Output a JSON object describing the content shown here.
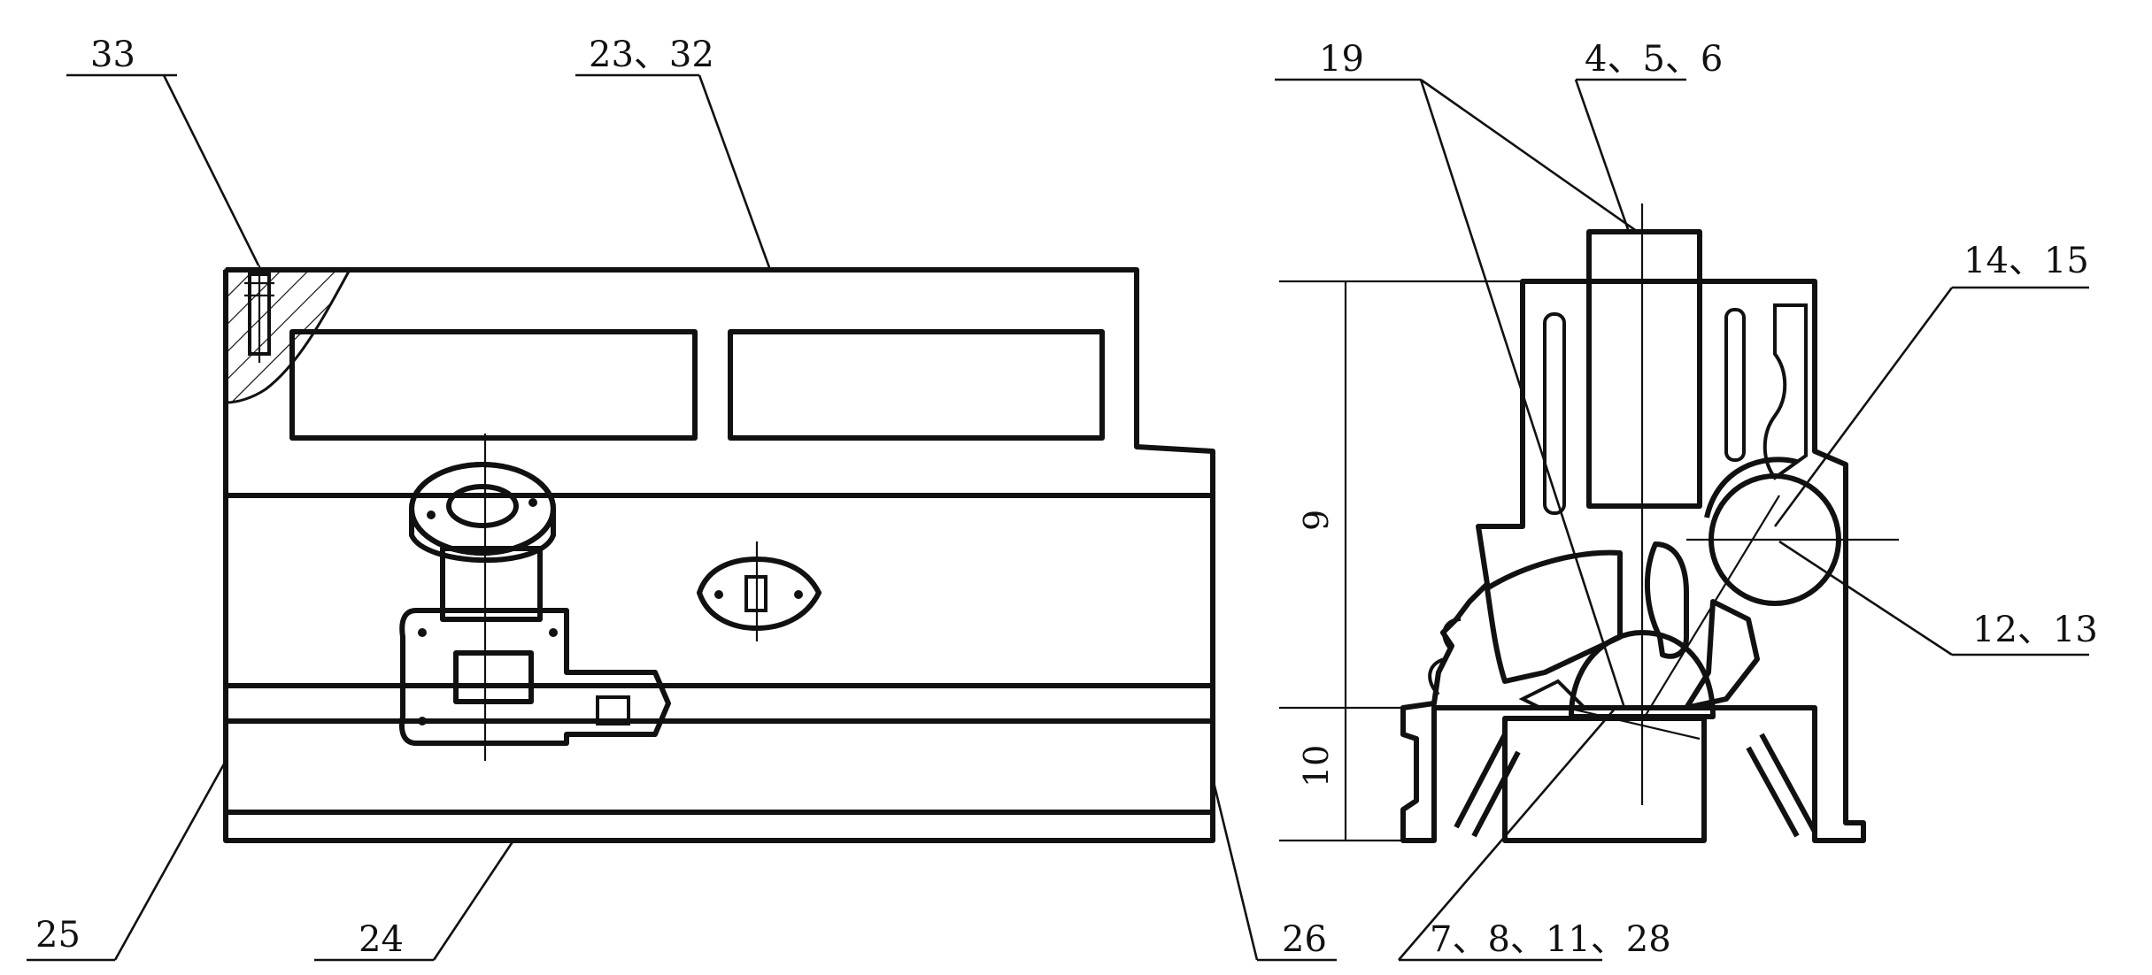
{
  "labels": {
    "l33": "33",
    "l23_32": "23、32",
    "l19": "19",
    "l4_5_6": "4、5、6",
    "l14_15": "14、15",
    "l12_13": "12、13",
    "l9": "9",
    "l10": "10",
    "l25": "25",
    "l24": "24",
    "l26": "26",
    "l7_8_11_28": "7、8、11、28"
  }
}
